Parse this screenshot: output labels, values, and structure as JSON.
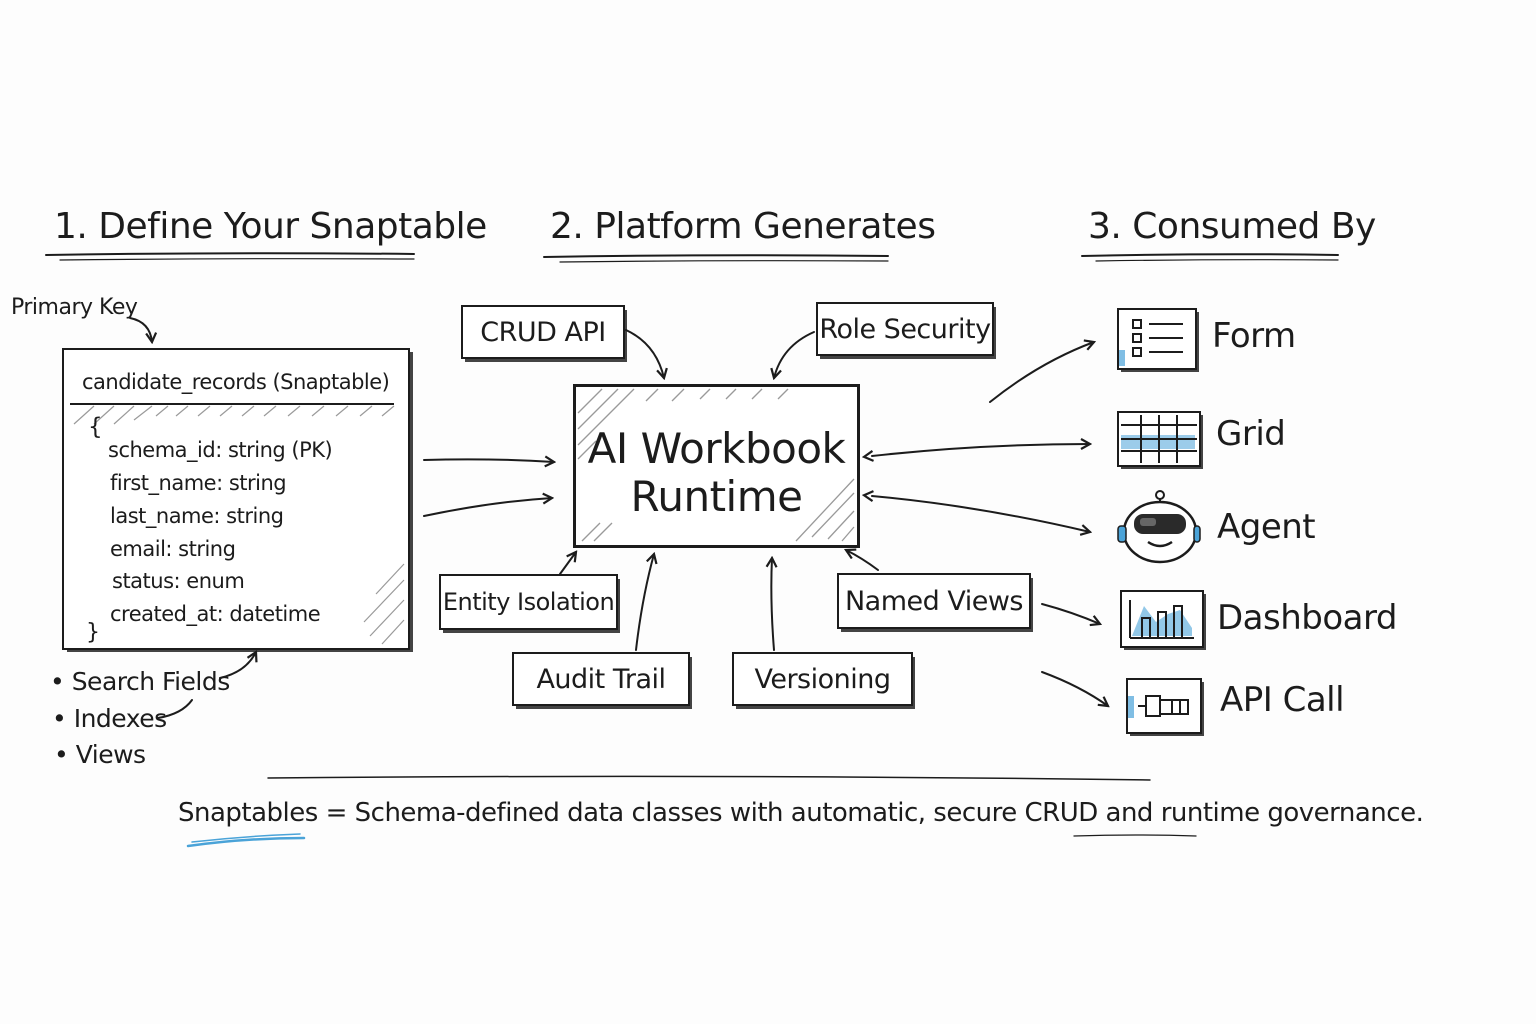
{
  "headings": {
    "define": "1. Define Your Snaptable",
    "generates": "2. Platform Generates",
    "consumed": "3. Consumed By"
  },
  "schema": {
    "primary_key_label": "Primary Key",
    "title": "candidate_records (Snaptable)",
    "open_brace": "{",
    "close_brace": "}",
    "fields": [
      "schema_id: string (PK)",
      "first_name: string",
      "last_name: string",
      "email: string",
      "status: enum",
      "created_at: datetime"
    ],
    "extras": [
      "• Search Fields",
      "• Indexes",
      "• Views"
    ]
  },
  "runtime": {
    "title_line1": "AI Workbook",
    "title_line2": "Runtime"
  },
  "features": {
    "crud_api": "CRUD API",
    "role_security": "Role Security",
    "entity_isolation": "Entity Isolation",
    "audit_trail": "Audit Trail",
    "versioning": "Versioning",
    "named_views": "Named Views"
  },
  "consumers": [
    {
      "label": "Form",
      "icon": "form-icon"
    },
    {
      "label": "Grid",
      "icon": "grid-icon"
    },
    {
      "label": "Agent",
      "icon": "robot-icon"
    },
    {
      "label": "Dashboard",
      "icon": "dashboard-icon"
    },
    {
      "label": "API Call",
      "icon": "plug-icon"
    }
  ],
  "caption": {
    "term": "Snaptables",
    "definition": " = Schema-defined data classes with automatic, secure CRUD and runtime governance."
  },
  "colors": {
    "ink": "#1c1c1c",
    "accent": "#4aa3d8"
  }
}
